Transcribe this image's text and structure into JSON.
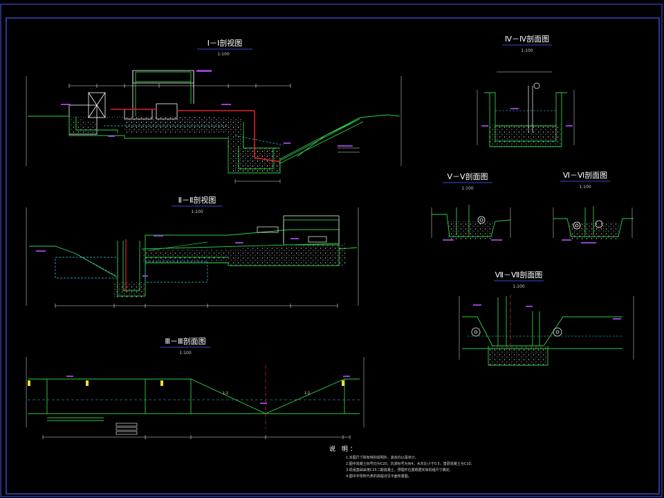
{
  "drawing": {
    "colors": {
      "background": "#000000",
      "frame": "#3d49c8",
      "section_line": "#2fd14a",
      "structure": "#ffffff",
      "pipe": "#e0222a",
      "water_level": "#3ec8e8",
      "label": "#9a3fd1",
      "dimension": "#e8e8e8",
      "marker": "#f0e030"
    },
    "sections": [
      {
        "id": "s1",
        "title": "Ⅰ－Ⅰ剖视图",
        "scale": "1:100"
      },
      {
        "id": "s2",
        "title": "Ⅱ－Ⅱ剖视图",
        "scale": "1:100"
      },
      {
        "id": "s3",
        "title": "Ⅲ－Ⅲ剖面图",
        "scale": "1:100"
      },
      {
        "id": "s4",
        "title": "Ⅳ－Ⅳ剖面图",
        "scale": "1:100"
      },
      {
        "id": "s5",
        "title": "Ⅴ－Ⅴ剖面图",
        "scale": "1:100"
      },
      {
        "id": "s6",
        "title": "Ⅵ－Ⅵ剖面图",
        "scale": "1:100"
      },
      {
        "id": "s7",
        "title": "Ⅶ－Ⅶ剖面图",
        "scale": "1:100"
      }
    ],
    "labels": {
      "s3_slope_left": "1:2",
      "s3_slope_right": "1:2"
    },
    "notes": {
      "title": "说  明：",
      "items": [
        "1.本图尺寸除有特别说明外，其余均以毫米计。",
        "2.图中混凝土标号均为C20，抗渗标号为W4，水灰比小于0.5，垫层混凝土为C10。",
        "3.机组基础采用C25二期混凝土，预埋件位置根据实际机组尺寸确定。",
        "4.图中字母所代表的高程详见平面布置图。"
      ]
    }
  }
}
